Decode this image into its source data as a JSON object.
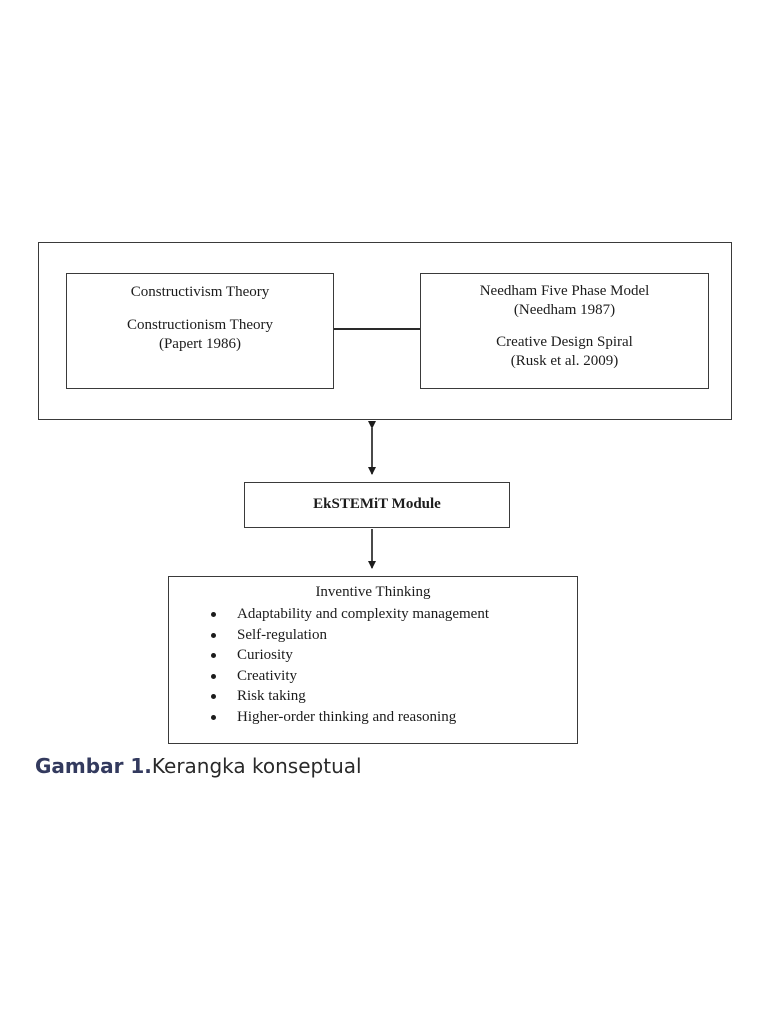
{
  "theory_left": {
    "line1": "Constructivism Theory",
    "line2": "Constructionism Theory",
    "line3": "(Papert 1986)"
  },
  "theory_right": {
    "line1": "Needham Five Phase Model",
    "line2": "(Needham 1987)",
    "line3": "Creative Design Spiral",
    "line4": "(Rusk et al. 2009)"
  },
  "module": {
    "label": "EkSTEMiT Module"
  },
  "outcome": {
    "title": "Inventive Thinking",
    "items": [
      "Adaptability and complexity management",
      "Self-regulation",
      "Curiosity",
      "Creativity",
      "Risk taking",
      "Higher-order thinking and reasoning"
    ]
  },
  "caption": {
    "lead": "Gambar 1.",
    "text": "Kerangka konseptual"
  }
}
